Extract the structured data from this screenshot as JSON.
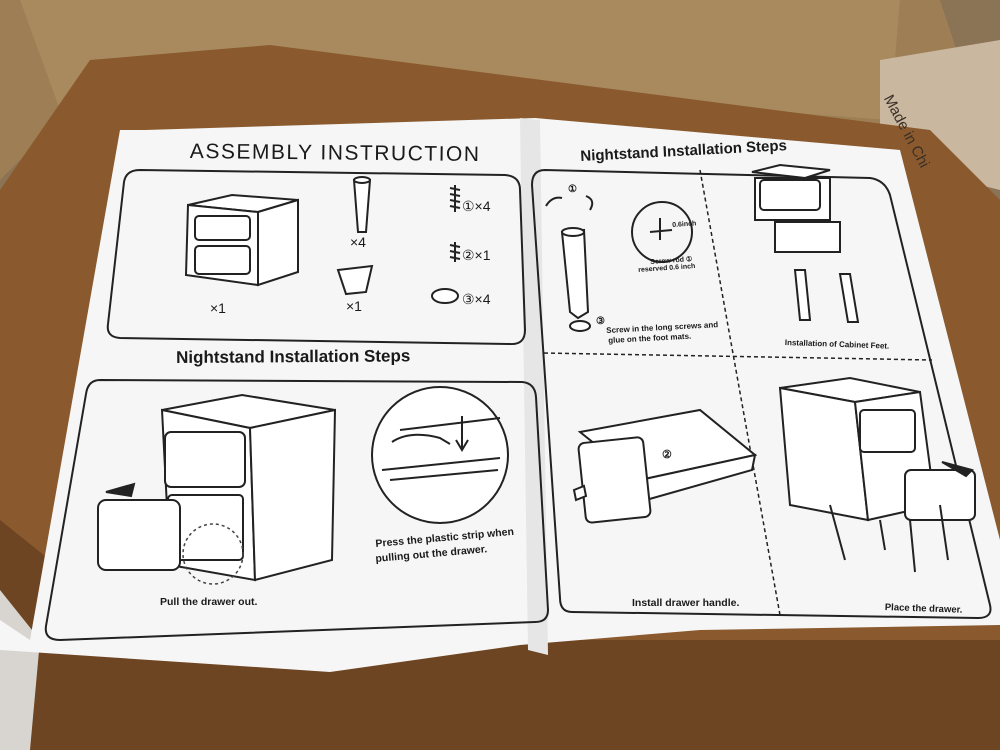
{
  "document": {
    "title": "ASSEMBLY INSTRUCTION",
    "parts": {
      "cabinet_qty": "×1",
      "legs_qty": "×4",
      "handle_qty": "×1",
      "long_screw_qty": "①×4",
      "short_screw_qty": "②×1",
      "foot_mat_qty": "③×4"
    },
    "left_section_title": "Nightstand Installation Steps",
    "right_section_title": "Nightstand Installation Steps",
    "steps": {
      "pull_drawer": "Pull the drawer out.",
      "press_strip_line1": "Press the plastic strip when",
      "press_strip_line2": "pulling out the drawer.",
      "screw_rod_line1": "Screw rod ①",
      "screw_rod_line2": "reserved 0.6 inch",
      "screw_rod_dim": "0.6inch",
      "screw_long_line1": "Screw in the long screws and",
      "screw_long_line2": "glue on the foot mats.",
      "cabinet_feet": "Installation of Cabinet Feet.",
      "drawer_handle": "Install drawer handle.",
      "place_drawer": "Place the drawer.",
      "callout_1": "①",
      "callout_2": "②",
      "callout_3": "③"
    }
  },
  "box_print": "Made in Chi"
}
